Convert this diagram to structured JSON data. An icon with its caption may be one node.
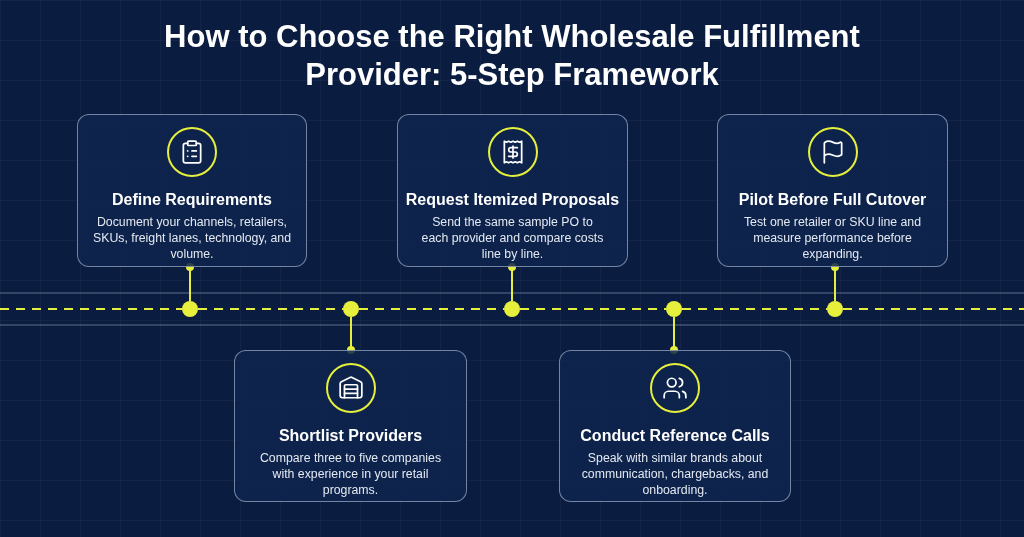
{
  "diagram": {
    "title": "How to Choose the Right Wholesale Fulfillment Provider: 5-Step Framework",
    "nodes": [
      {
        "text": [
          "Define Requirements",
          "Document your channels, retailers, SKUs, freight lanes, technology, and volume."
        ]
      },
      {
        "text": [
          "Request Itemized Proposals",
          "Send the same sample PO to each provider and compare costs line by line."
        ]
      },
      {
        "text": [
          "Pilot Before Full Cutover",
          "Test one retailer or SKU line and measure performance before expanding."
        ]
      },
      {
        "text": [
          "Shortlist Providers",
          "Compare three to five companies with experience in your retail programs."
        ]
      },
      {
        "text": [
          "Conduct Reference Calls",
          "Speak with similar brands about communication, chargebacks, and onboarding."
        ]
      },
      {
        "text": [],
        "shape": "circle"
      },
      {
        "text": [],
        "shape": "circle"
      },
      {
        "text": [],
        "shape": "circle"
      },
      {
        "text": [],
        "shape": "circle"
      },
      {
        "text": [],
        "shape": "circle"
      }
    ],
    "edges": [
      {
        "from": 0,
        "to": 5,
        "arrow": "other"
      },
      {
        "from": 3,
        "to": 6,
        "arrow": "other"
      },
      {
        "from": 1,
        "to": 7,
        "arrow": "other"
      },
      {
        "from": 4,
        "to": 8,
        "arrow": "other"
      },
      {
        "from": 2,
        "to": 9,
        "arrow": "other"
      },
      {
        "from": null,
        "to": 5,
        "arrow": "none",
        "style": "dashed"
      },
      {
        "from": 5,
        "to": 6,
        "arrow": "none",
        "style": "dashed"
      },
      {
        "from": 6,
        "to": 7,
        "arrow": "none",
        "style": "dashed"
      },
      {
        "from": 7,
        "to": 8,
        "arrow": "none",
        "style": "dashed"
      },
      {
        "from": 8,
        "to": 9,
        "arrow": "none",
        "style": "dashed"
      },
      {
        "from": 9,
        "to": null,
        "arrow": "none",
        "style": "dashed"
      }
    ]
  }
}
